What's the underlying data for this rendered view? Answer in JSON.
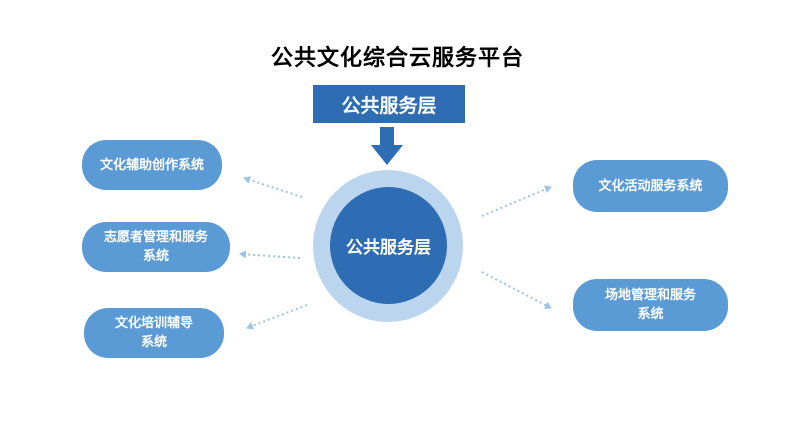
{
  "title": "公共文化综合云服务平台",
  "layer_banner": "公共服务层",
  "center_label": "公共服务层",
  "left_systems": [
    {
      "lines": [
        "文化辅助创作系统"
      ]
    },
    {
      "lines": [
        "志愿者管理和服务",
        "系统"
      ]
    },
    {
      "lines": [
        "文化培训辅导",
        "系统"
      ]
    }
  ],
  "right_systems": [
    {
      "lines": [
        "文化活动服务系统"
      ]
    },
    {
      "lines": [
        "场地管理和服务",
        "系统"
      ]
    }
  ],
  "colors": {
    "banner": "#2e6db4",
    "center": "#2e6db4",
    "ring": "#bcd5ee",
    "node": "#5b9bd5",
    "connector": "#9dc3e6"
  },
  "icons": {
    "down_arrow": "arrow-down-icon"
  }
}
